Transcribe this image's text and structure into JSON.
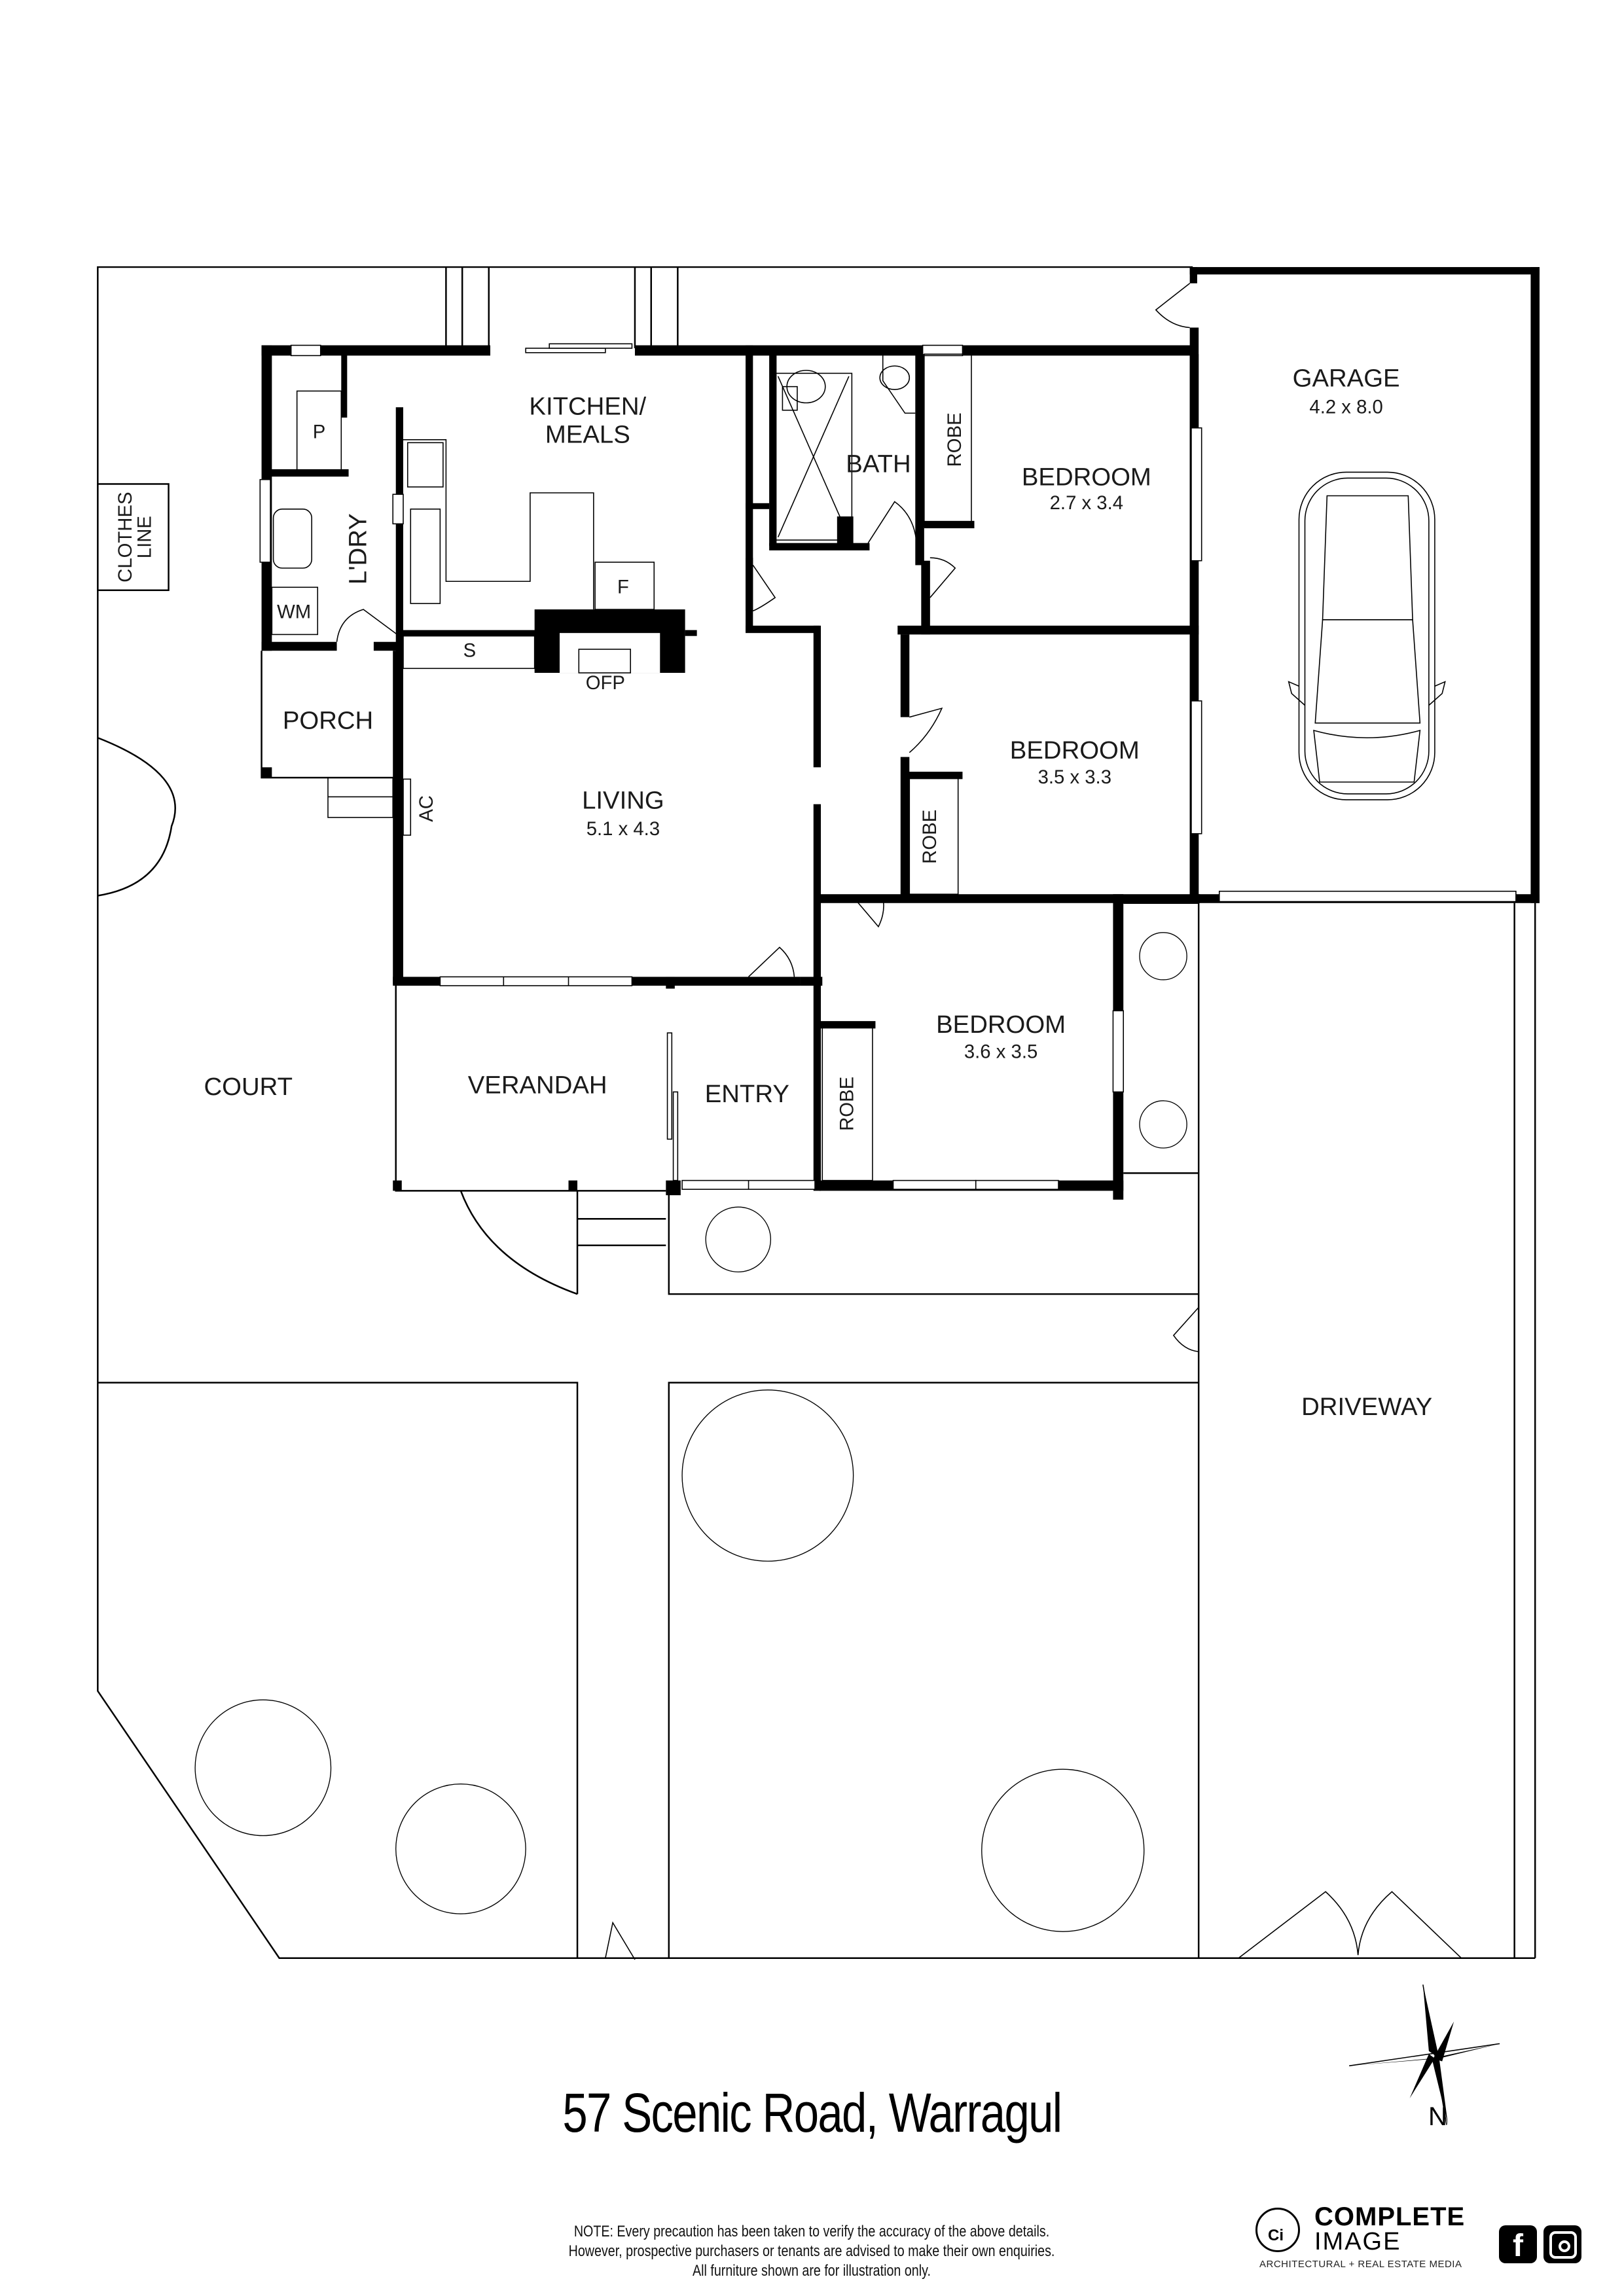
{
  "property": {
    "address": "57 Scenic Road, Warragul",
    "note_lines": [
      "NOTE: Every precaution has been taken to verify the accuracy of the above details.",
      "However, prospective purchasers or tenants are advised to make their own enquiries.",
      "All furniture shown are for illustration only."
    ]
  },
  "rooms": {
    "kitchen": {
      "label_line1": "KITCHEN/",
      "label_line2": "MEALS"
    },
    "bath": {
      "label": "BATH"
    },
    "bedroom1": {
      "label": "BEDROOM",
      "dimensions": "2.7 x 3.4"
    },
    "bedroom2": {
      "label": "BEDROOM",
      "dimensions": "3.5 x 3.3"
    },
    "bedroom3": {
      "label": "BEDROOM",
      "dimensions": "3.6 x 3.5"
    },
    "garage": {
      "label": "GARAGE",
      "dimensions": "4.2 x 8.0"
    },
    "living": {
      "label": "LIVING",
      "dimensions": "5.1 x 4.3"
    },
    "laundry": {
      "label": "L'DRY"
    },
    "porch": {
      "label": "PORCH"
    },
    "verandah": {
      "label": "VERANDAH"
    },
    "entry": {
      "label": "ENTRY"
    },
    "court": {
      "label": "COURT"
    },
    "driveway": {
      "label": "DRIVEWAY"
    },
    "robe1": {
      "label": "ROBE"
    },
    "robe2": {
      "label": "ROBE"
    },
    "robe3": {
      "label": "ROBE"
    }
  },
  "fixtures": {
    "pantry": "P",
    "washing_machine": "WM",
    "fridge": "F",
    "storage": "S",
    "fireplace": "OFP",
    "air_conditioner": "AC",
    "clothes_line_1": "CLOTHES",
    "clothes_line_2": "LINE"
  },
  "compass": {
    "north_label": "N"
  },
  "branding": {
    "logo_mark": "Ci",
    "name_line1": "COMPLETE",
    "name_line2": "IMAGE",
    "tagline": "ARCHITECTURAL + REAL ESTATE MEDIA",
    "social": [
      {
        "name": "facebook",
        "glyph": "f"
      },
      {
        "name": "instagram",
        "glyph": ""
      }
    ]
  }
}
